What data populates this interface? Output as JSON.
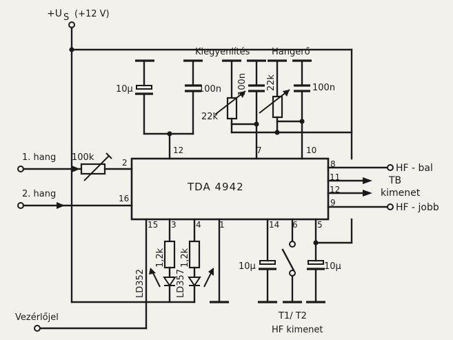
{
  "supply": {
    "label": "+U",
    "sub": "S",
    "value": "(+12 V)"
  },
  "ic": {
    "name": "TDA 4942"
  },
  "pins": {
    "p12": "12",
    "p7": "7",
    "p10": "10",
    "p2": "2",
    "p16": "16",
    "p8": "8",
    "p11": "11",
    "p12r": "12",
    "p9": "9",
    "p15": "15",
    "p3": "3",
    "p4": "4",
    "p1": "1",
    "p14": "14",
    "p6": "6",
    "p5": "5"
  },
  "inputs": {
    "hang1": "1. hang",
    "hang2": "2. hang",
    "vezerlo": "Vezérlőjel"
  },
  "components": {
    "c_top1": "10μ",
    "c_top2": "100n",
    "c_kieg": "100n",
    "c_hanger": "100n",
    "pot_kieg": "22k",
    "pot_hanger": "22k",
    "r_in": "100k",
    "r_led1": "1,2k",
    "r_led2": "1,2k",
    "led1": "LD352",
    "led2": "LD357",
    "c_bot1": "10μ",
    "c_bot2": "10μ"
  },
  "controls": {
    "kiegyenlites": "Kiegyenlítés",
    "hangero": "Hangerő"
  },
  "outputs": {
    "hf_bal": "HF - bal",
    "tb": "TB",
    "kimenet": "kimenet",
    "hf_jobb": "HF - jobb",
    "t1t2": "T1/ T2",
    "hf_kimenet": "HF kimenet"
  }
}
